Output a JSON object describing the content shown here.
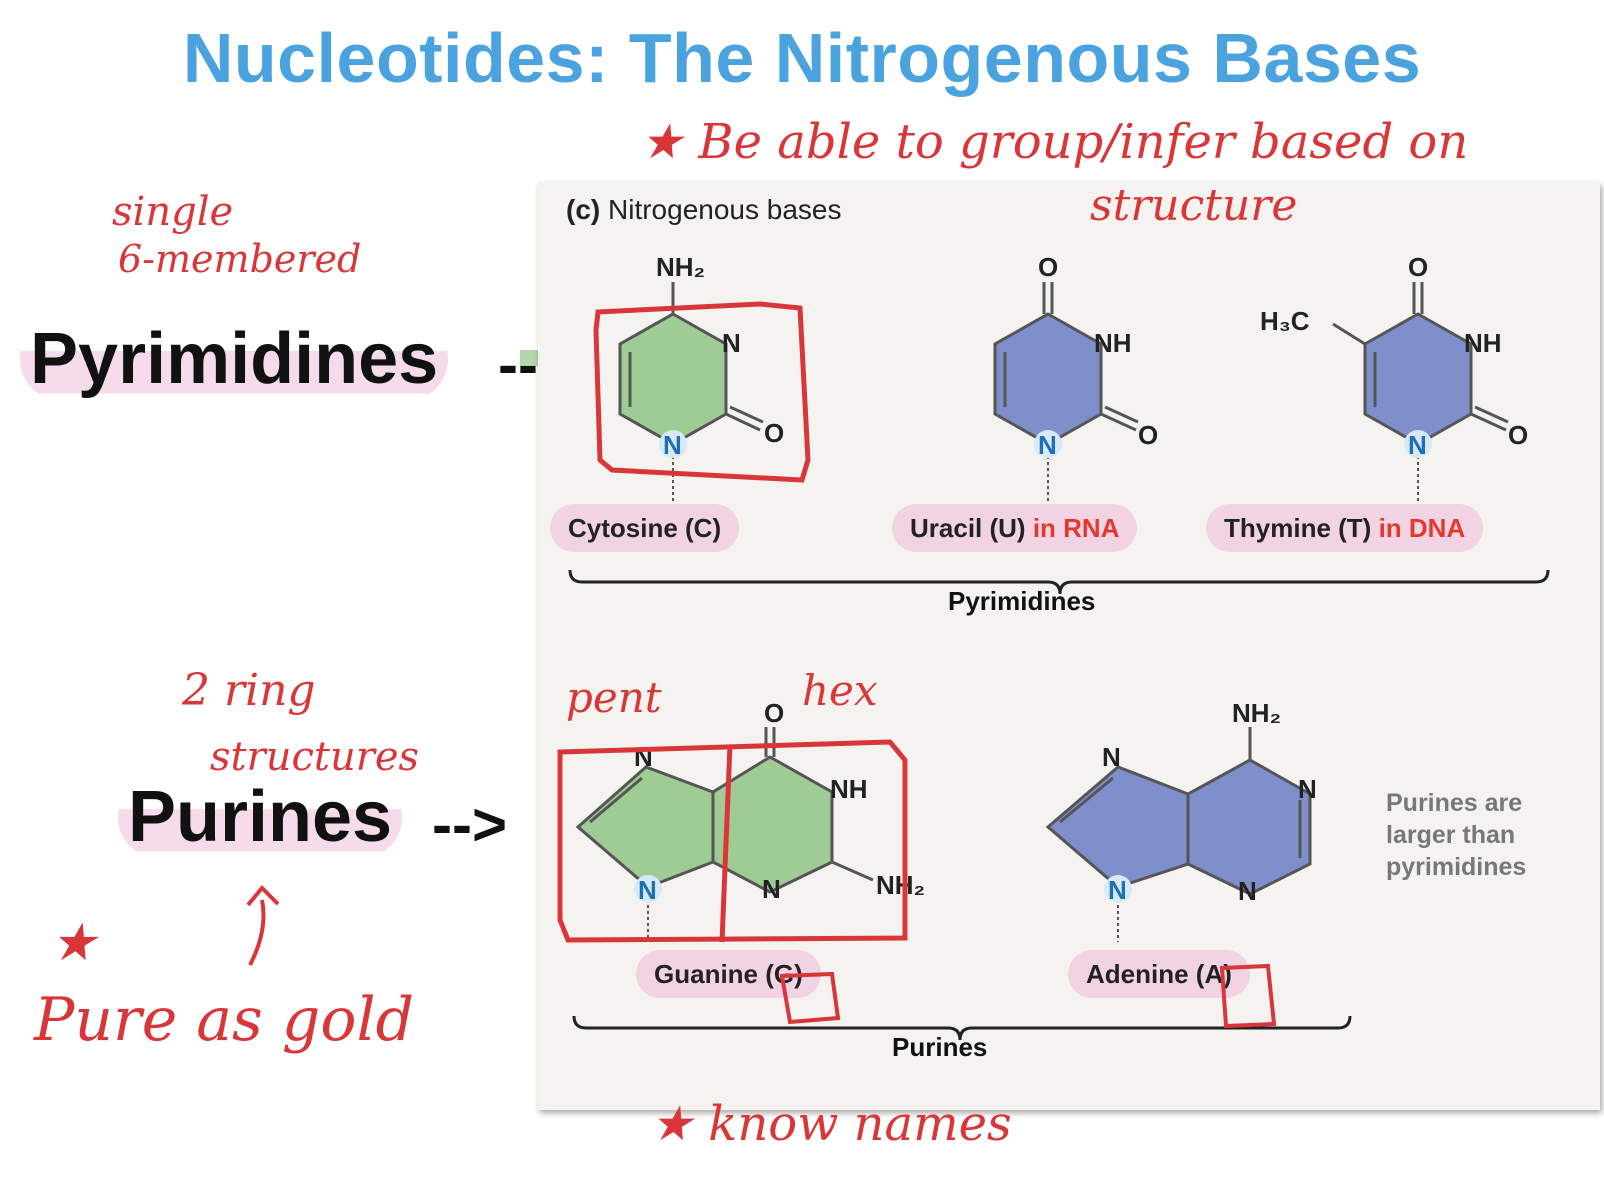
{
  "title": "Nucleotides: The Nitrogenous Bases",
  "side_labels": {
    "pyrimidines": "Pyrimidines",
    "pyrimidines_arrow": "-->",
    "purines": "Purines",
    "purines_arrow": "-->"
  },
  "panel": {
    "title_prefix": "(c)",
    "title_text": "Nitrogenous bases",
    "pyrimidine_group_label": "Pyrimidines",
    "purine_group_label": "Purines",
    "purine_note": "Purines are larger than pyrimidines",
    "bases": {
      "cytosine": {
        "name": "Cytosine (C)"
      },
      "uracil": {
        "name": "Uracil (U)",
        "qualifier": "in RNA"
      },
      "thymine": {
        "name": "Thymine (T)",
        "qualifier": "in DNA"
      },
      "guanine": {
        "name": "Guanine (G)"
      },
      "adenine": {
        "name": "Adenine (A)"
      }
    },
    "atoms": {
      "nh2": "NH₂",
      "n": "N",
      "nh": "NH",
      "o": "O",
      "h3c": "H₃C"
    }
  },
  "handwritten": {
    "top_note_line1": "★ Be able to group/infer based on",
    "top_note_line2": "structure",
    "single_line1": "single",
    "single_line2": "6-membered",
    "two_ring_line1": "2 ring",
    "two_ring_line2": "structures",
    "pure_as_gold": "Pure as gold",
    "star": "★",
    "pent": "pent",
    "hex": "hex",
    "know_names": "★ know names"
  },
  "colors": {
    "title": "#4aa3df",
    "pyrimidine_green": "#9fcb94",
    "ring_blue": "#7f8fcb",
    "highlight_pink": "#f1d3e4",
    "annotation_red": "#d9363a",
    "qualifier_red": "#e2392d"
  }
}
